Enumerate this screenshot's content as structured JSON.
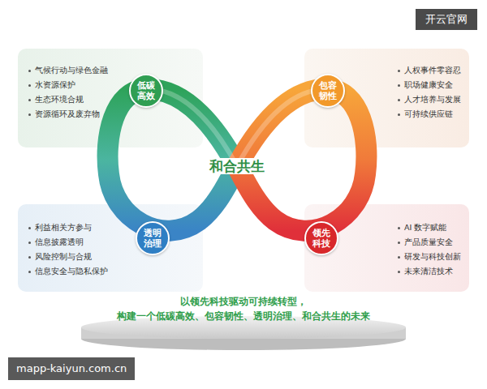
{
  "diagram": {
    "nodes": [
      {
        "text": [
          "气候行动与绿色金融",
          "水资源保护",
          "生态环境合规",
          "资源循环及废弃物"
        ]
      },
      {
        "text": [
          "低碳高效"
        ]
      },
      {
        "text": [
          "人权事件零容忍",
          "职场健康安全",
          "人才培养与发展",
          "可持续供应链"
        ]
      },
      {
        "text": [
          "包容韧性"
        ]
      },
      {
        "text": [
          "利益相关方参与",
          "信息披露透明",
          "风险控制与合规",
          "信息安全与隐私保护"
        ]
      },
      {
        "text": [
          "透明治理"
        ]
      },
      {
        "text": [
          "AI 数字赋能",
          "产品质量安全",
          "研发与科技创新",
          "未来清洁技术"
        ]
      },
      {
        "text": [
          "领先科技"
        ]
      }
    ],
    "labels": [
      "和合共生",
      "以领先科技驱动可持续转型，",
      "构建一个低碳高效、包容韧性、透明治理、和合共生的未来",
      "开云官网",
      "mapp-kaiyun.com.cn"
    ]
  }
}
